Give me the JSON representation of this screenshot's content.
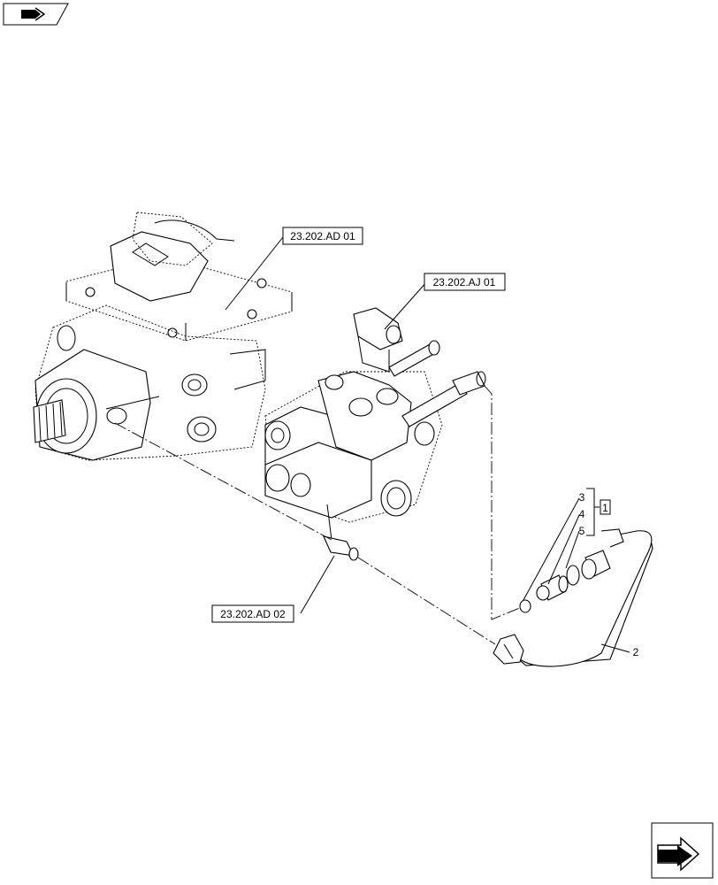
{
  "references": {
    "ref_ad01": "23.202.AD 01",
    "ref_aj01": "23.202.AJ 01",
    "ref_ad02": "23.202.AD 02"
  },
  "callouts": {
    "item_1": "1",
    "item_2": "2",
    "item_3": "3",
    "item_4": "4",
    "item_5": "5"
  },
  "icons": {
    "top_left": "previous-page-arrow-icon",
    "bottom_right": "next-page-arrow-icon"
  }
}
